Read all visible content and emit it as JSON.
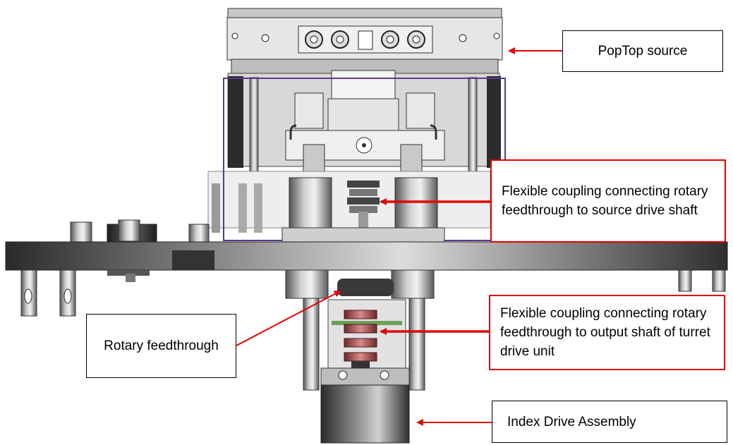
{
  "callouts": {
    "poptop_source": "PopTop source",
    "source_coupling": "Flexible coupling connecting rotary feedthrough to source drive shaft",
    "rotary_feedthrough": "Rotary feedthrough",
    "output_coupling": "Flexible coupling connecting rotary feedthrough to output shaft of turret drive unit",
    "index_drive": "Index Drive Assembly"
  },
  "colors": {
    "arrow_red": "#e30000",
    "outline_purple": "#5a3a8c",
    "metal_dark": "#3a3a3a",
    "metal_light": "#d8d8d8"
  }
}
